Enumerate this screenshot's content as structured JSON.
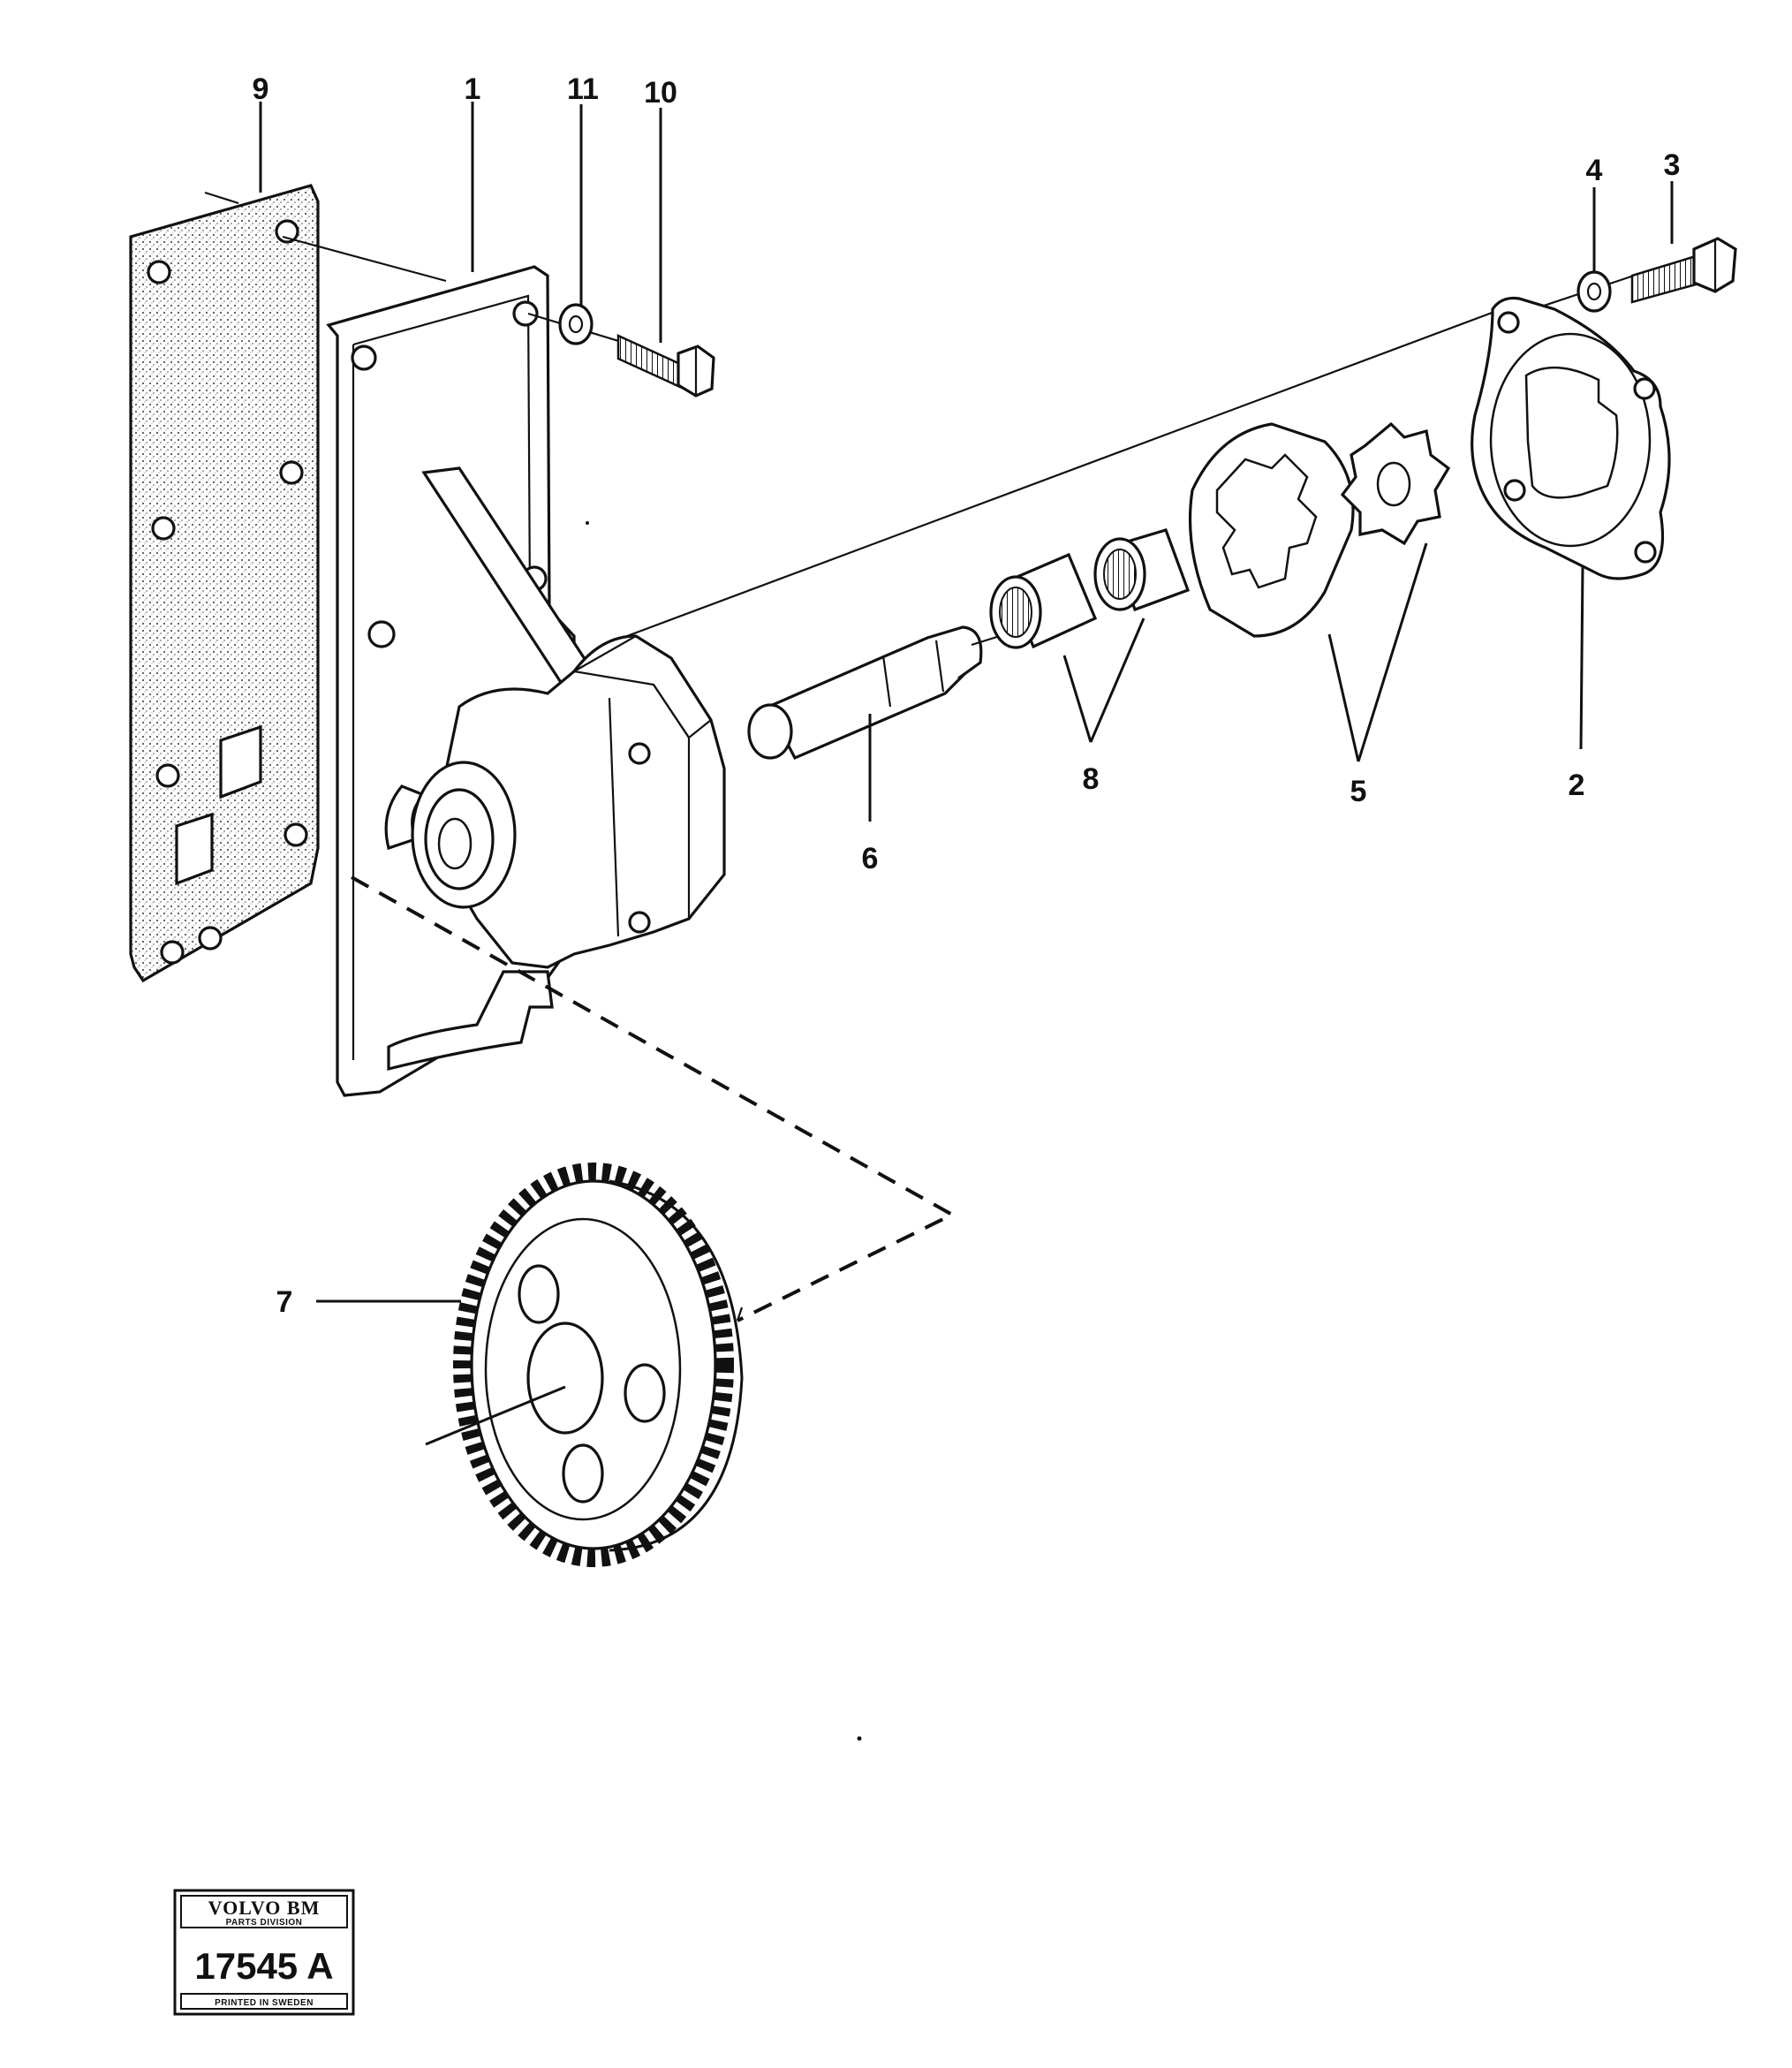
{
  "figure": {
    "callouts": [
      "1",
      "2",
      "3",
      "4",
      "5",
      "6",
      "7",
      "8",
      "9",
      "10",
      "11"
    ]
  },
  "stamp": {
    "brand": "VOLVO BM",
    "division": "PARTS DIVISION",
    "number": "17545 A",
    "printed": "PRINTED IN SWEDEN"
  }
}
